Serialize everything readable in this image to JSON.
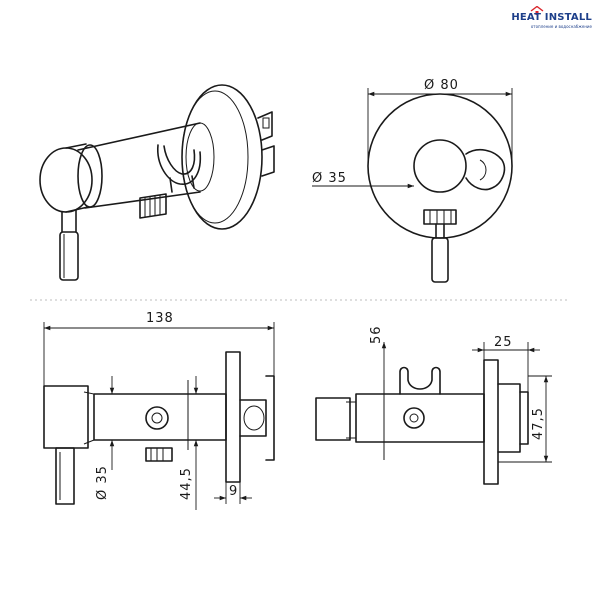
{
  "logo": {
    "brand": "HEAT INSTALL",
    "tagline": "отопление и водоснабжение",
    "colors": {
      "brand": "#1d3f8a",
      "accent": "#d9262c"
    }
  },
  "dimensions": {
    "front_outer_diameter": "Ø 80",
    "front_body_diameter": "Ø 35",
    "side_length": "138",
    "side_body_diameter": "Ø 35",
    "side_outlet_offset": "44,5",
    "side_flange_thickness": "9",
    "top_holder_offset": "56",
    "top_flange_depth": "25",
    "top_height": "47,5"
  },
  "colors": {
    "line": "#1a1a1a",
    "background": "#ffffff"
  }
}
